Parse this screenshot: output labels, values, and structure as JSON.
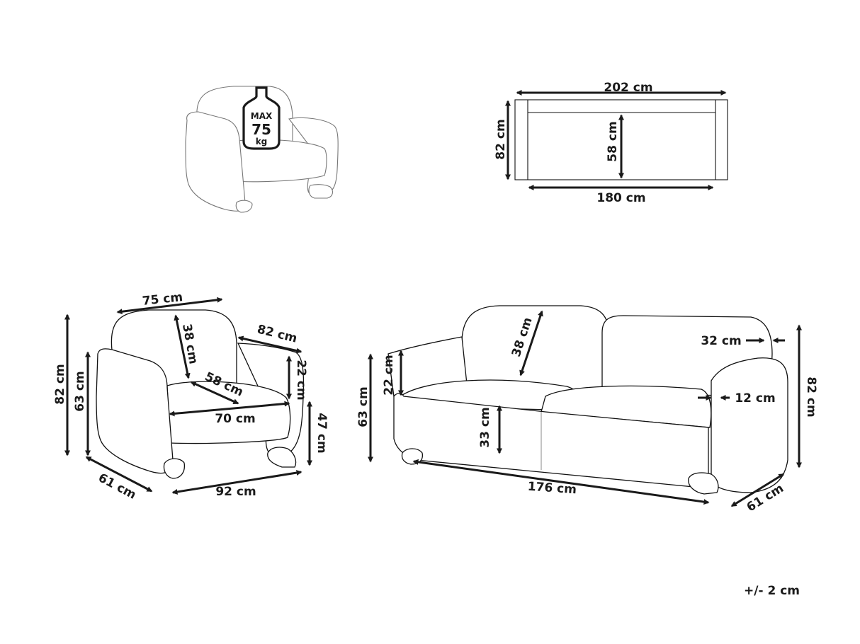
{
  "weight_badge": {
    "max_label": "MAX",
    "value": "75",
    "unit": "kg"
  },
  "top_view": {
    "width_outer": "202 cm",
    "width_inner": "180 cm",
    "depth": "82 cm",
    "seat_depth": "58 cm"
  },
  "armchair": {
    "width_top": "75 cm",
    "back_height": "38 cm",
    "side_depth": "82 cm",
    "arm_height": "22 cm",
    "seat_depth": "58 cm",
    "seat_width": "70 cm",
    "seat_height": "47 cm",
    "total_height": "82 cm",
    "arm_top_height": "63 cm",
    "depth": "61 cm",
    "width": "92 cm"
  },
  "sofa": {
    "back_height": "38 cm",
    "arm_thickness_top": "32 cm",
    "arm_thickness": "12 cm",
    "arm_height": "22 cm",
    "arm_top_height": "63 cm",
    "seat_height": "33 cm",
    "seat_width": "176 cm",
    "total_height": "82 cm",
    "depth": "61 cm"
  },
  "tolerance": "+/- 2 cm"
}
